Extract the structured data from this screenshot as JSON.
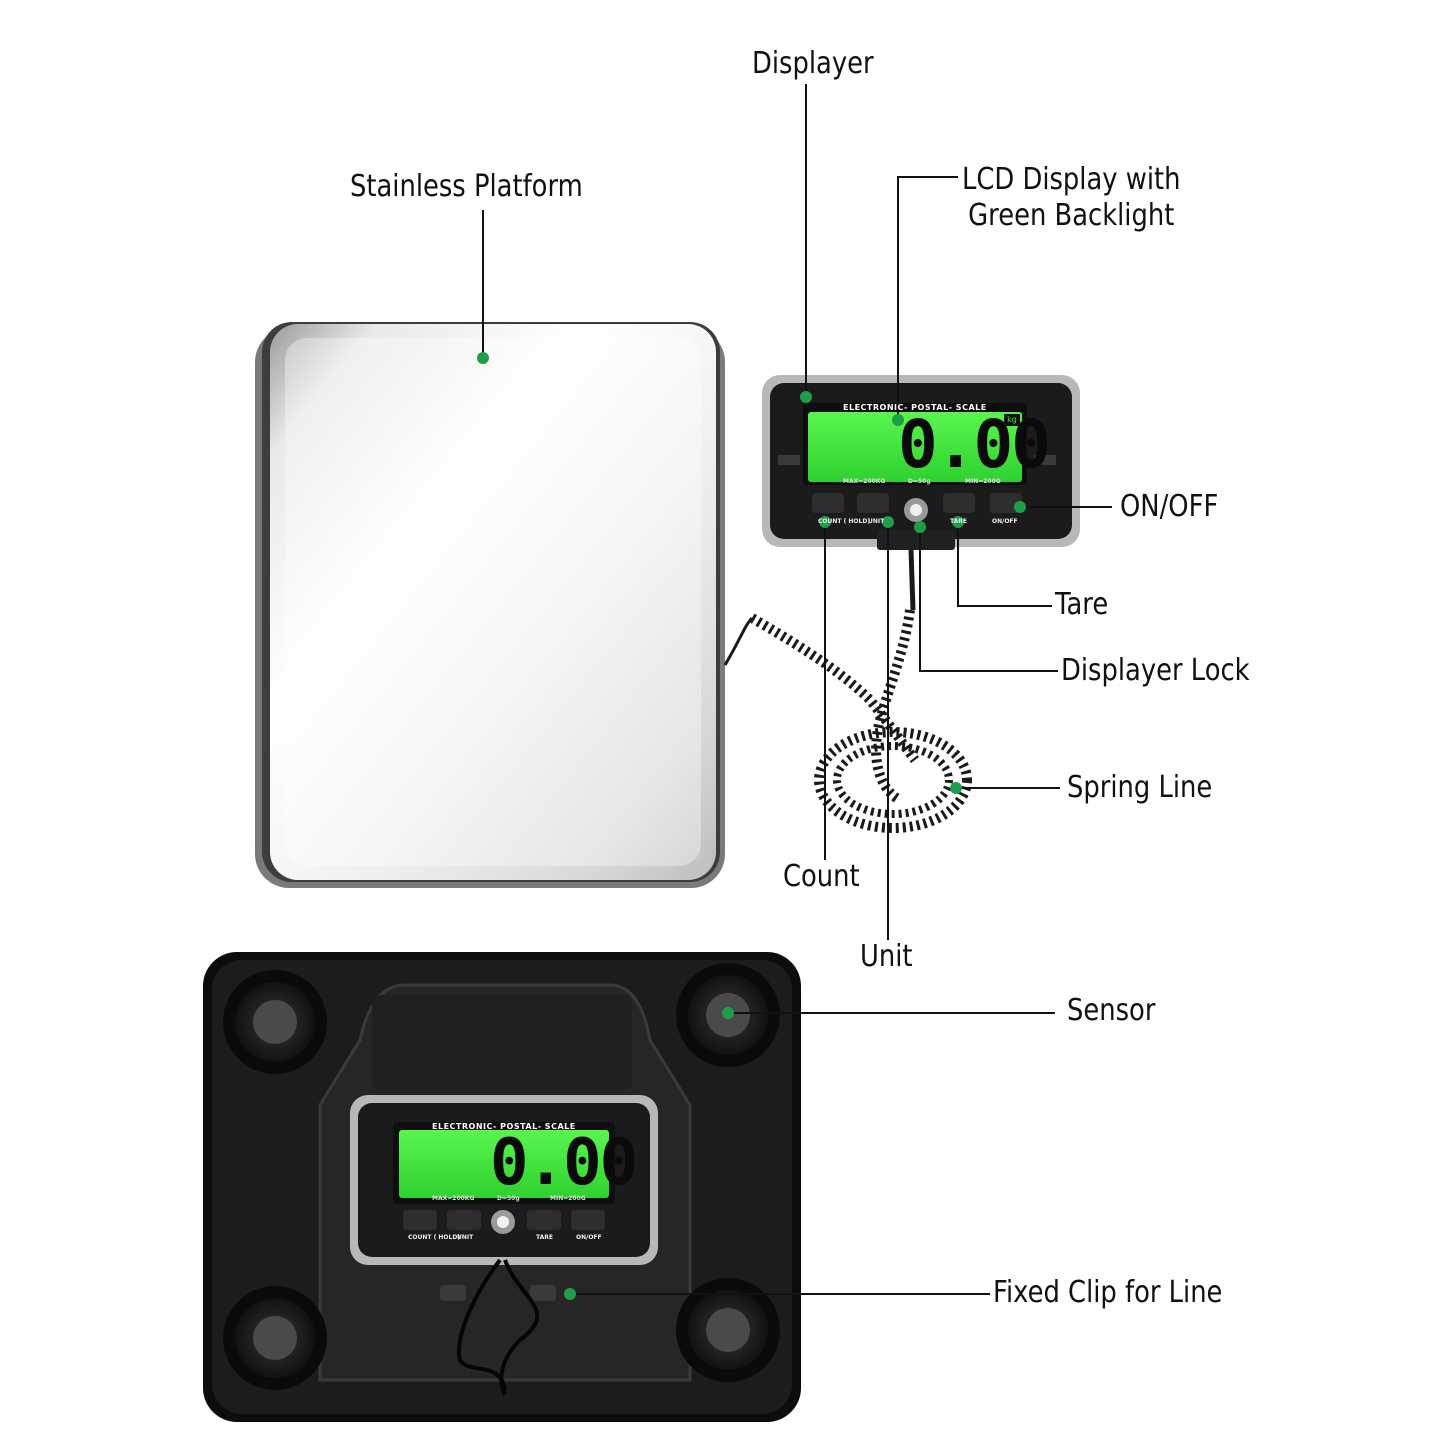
{
  "labels": {
    "displayer": "Displayer",
    "lcd_line1": "LCD Display with",
    "lcd_line2": "Green Backlight",
    "platform": "Stainless Platform",
    "on_off": "ON/OFF",
    "tare": "Tare",
    "displayer_lock": "Displayer Lock",
    "spring_line": "Spring Line",
    "count": "Count",
    "unit": "Unit",
    "sensor": "Sensor",
    "fixed_clip": "Fixed Clip for Line"
  },
  "device": {
    "brand_text": "ELECTRONIC- POSTAL- SCALE",
    "reading": "0.00",
    "unit_badge": "kg",
    "max_text": "MAX=200KG",
    "d_text": "D=50g",
    "min_text": "MIN=200G",
    "btn_count": "COUNT ( HOLD)",
    "btn_unit": "UNIT",
    "btn_tare": "TARE",
    "btn_onoff": "ON/OFF"
  },
  "colors": {
    "marker": "#1f9e4a",
    "lcd_green": "#3ee23a",
    "housing": "#1b1b1b",
    "leader": "#111111"
  }
}
